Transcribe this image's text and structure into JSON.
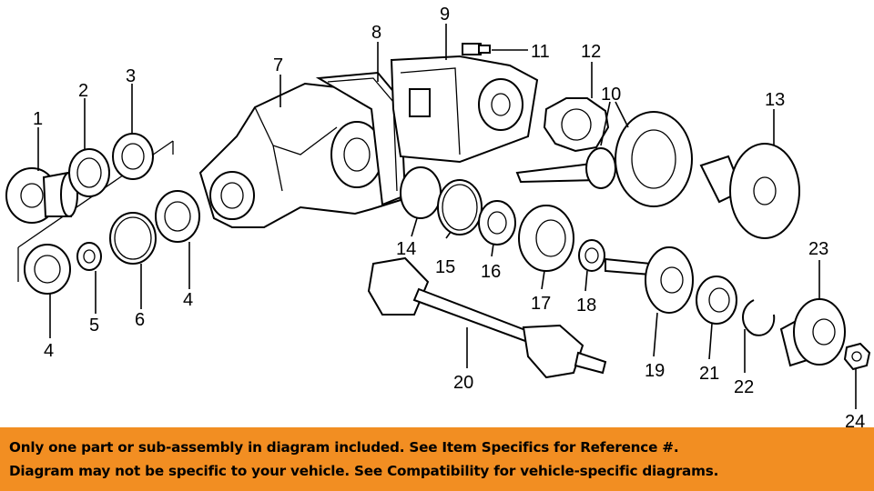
{
  "diagram": {
    "callouts": [
      "1",
      "2",
      "3",
      "4",
      "5",
      "6",
      "4",
      "7",
      "8",
      "9",
      "11",
      "12",
      "10",
      "13",
      "14",
      "15",
      "16",
      "17",
      "18",
      "19",
      "20",
      "21",
      "22",
      "23",
      "24"
    ]
  },
  "banner": {
    "line1": "Only one part or sub-assembly in diagram included. See Item Specifics for Reference #.",
    "line2": "Diagram may not be specific to your vehicle. See Compatibility for vehicle-specific diagrams.",
    "background_color": "#f28e22"
  }
}
